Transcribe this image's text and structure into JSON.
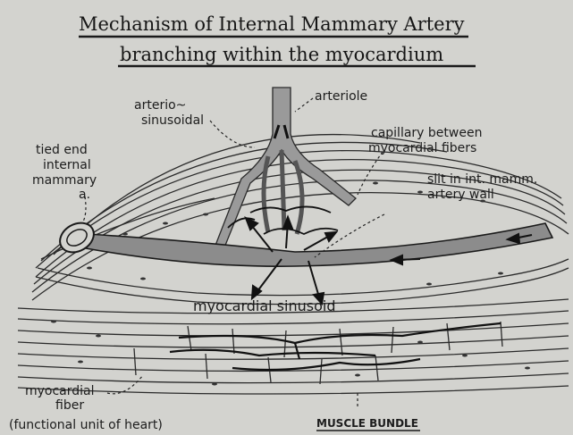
{
  "title": {
    "line1": "Mechanism of Internal Mammary Artery",
    "line2": "branching within the myocardium"
  },
  "labels": {
    "arteriole": "arteriole",
    "arterio_sinusoidal_1": "arterio~",
    "arterio_sinusoidal_2": "sinusoidal",
    "capillary_1": "capillary between",
    "capillary_2": "myocardial fibers",
    "tied_end_1": "tied end",
    "tied_end_2": "internal",
    "tied_end_3": "mammary",
    "tied_end_4": "a.",
    "slit_1": "slit in int. mamm.",
    "slit_2": "artery wall",
    "sinusoid": "myocardial sinusoid",
    "fiber_1": "myocardial",
    "fiber_2": "fiber",
    "functional_unit": "(functional unit of heart)",
    "muscle_bundle": "MUSCLE BUNDLE"
  }
}
